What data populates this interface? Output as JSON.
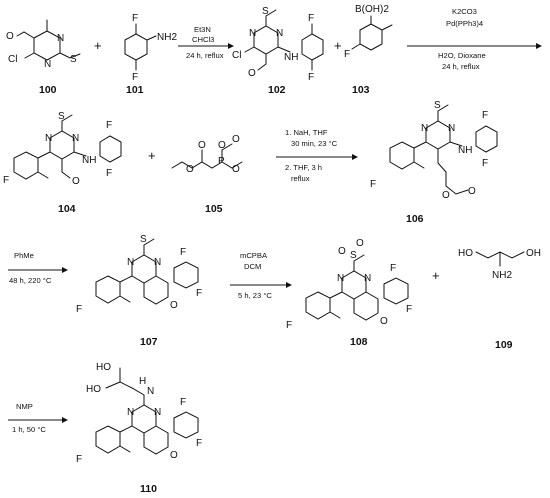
{
  "compounds": [
    {
      "id": "c100",
      "number": "100",
      "atoms": [
        "O",
        "Cl",
        "N",
        "N",
        "S"
      ]
    },
    {
      "id": "c101",
      "number": "101",
      "atoms": [
        "F",
        "F",
        "NH2"
      ]
    },
    {
      "id": "c102",
      "number": "102",
      "atoms": [
        "S",
        "N",
        "N",
        "Cl",
        "O",
        "NH",
        "F",
        "F"
      ]
    },
    {
      "id": "c103",
      "number": "103",
      "atoms": [
        "B(OH)2",
        "F"
      ]
    },
    {
      "id": "c104",
      "number": "104",
      "atoms": [
        "S",
        "N",
        "N",
        "F",
        "NH",
        "F",
        "F",
        "O"
      ]
    },
    {
      "id": "c105",
      "number": "105",
      "atoms": [
        "O",
        "O",
        "P",
        "O",
        "O",
        "O"
      ]
    },
    {
      "id": "c106",
      "number": "106",
      "atoms": [
        "S",
        "N",
        "N",
        "F",
        "NH",
        "F",
        "F",
        "O",
        "O"
      ]
    },
    {
      "id": "c107",
      "number": "107",
      "atoms": [
        "S",
        "N",
        "N",
        "F",
        "F",
        "F",
        "O"
      ]
    },
    {
      "id": "c108",
      "number": "108",
      "atoms": [
        "S",
        "O",
        "O",
        "N",
        "N",
        "F",
        "F",
        "F",
        "O"
      ]
    },
    {
      "id": "c109",
      "number": "109",
      "atoms": [
        "HO",
        "OH",
        "NH2"
      ]
    },
    {
      "id": "c110",
      "number": "110",
      "atoms": [
        "HO",
        "HO",
        "H",
        "N",
        "N",
        "N",
        "F",
        "F",
        "F",
        "O"
      ]
    }
  ],
  "conditions": {
    "step1": [
      "Et3N",
      "CHCl3",
      "24 h, reflux"
    ],
    "step2": [
      "K2CO3",
      "Pd(PPh3)4",
      "H2O, Dioxane",
      "24 h, reflux"
    ],
    "step3": [
      "1. NaH, THF",
      "30 min, 23 °C",
      "2. THF, 3 h",
      "reflux"
    ],
    "step4": [
      "PhMe",
      "48 h, 220 °C"
    ],
    "step5": [
      "mCPBA",
      "DCM",
      "5 h, 23 °C"
    ],
    "step6": [
      "NMP",
      "1 h, 50 °C"
    ]
  },
  "symbols": {
    "plus": "+"
  }
}
